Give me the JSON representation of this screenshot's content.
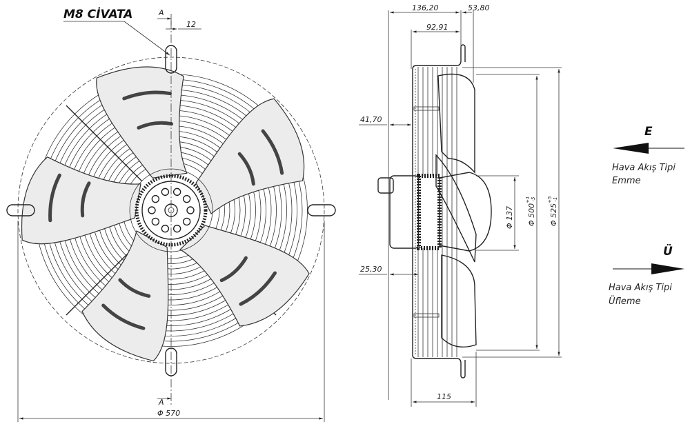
{
  "title": "Axial fan technical drawing",
  "front_view": {
    "bolt_label": "M8 CİVATA",
    "section_mark_top": "A",
    "section_mark_bottom": "A",
    "slot_width": "12",
    "overall_diameter": "570",
    "blade_count": 5
  },
  "side_view": {
    "dim_depth_total": "136,20",
    "dim_flange": "53,80",
    "dim_guard": "92,91",
    "dim_guard_offset": "41,70",
    "dim_motor_offset": "25,30",
    "dim_base": "115",
    "dim_hub_diameter": "137",
    "dim_impeller_diameter": "500",
    "dim_impeller_tol_upper": "+1",
    "dim_impeller_tol_lower": "-5",
    "dim_ring_diameter": "525",
    "dim_ring_tol_upper": "+5",
    "dim_ring_tol_lower": "-1"
  },
  "legend": {
    "suction": {
      "letter": "E",
      "line1": "Hava Akış Tipi",
      "line2": "Emme"
    },
    "blowing": {
      "letter": "Ü",
      "line1": "Hava Akış Tipi",
      "line2": "Üfleme"
    }
  },
  "diameter_symbol": "Φ"
}
